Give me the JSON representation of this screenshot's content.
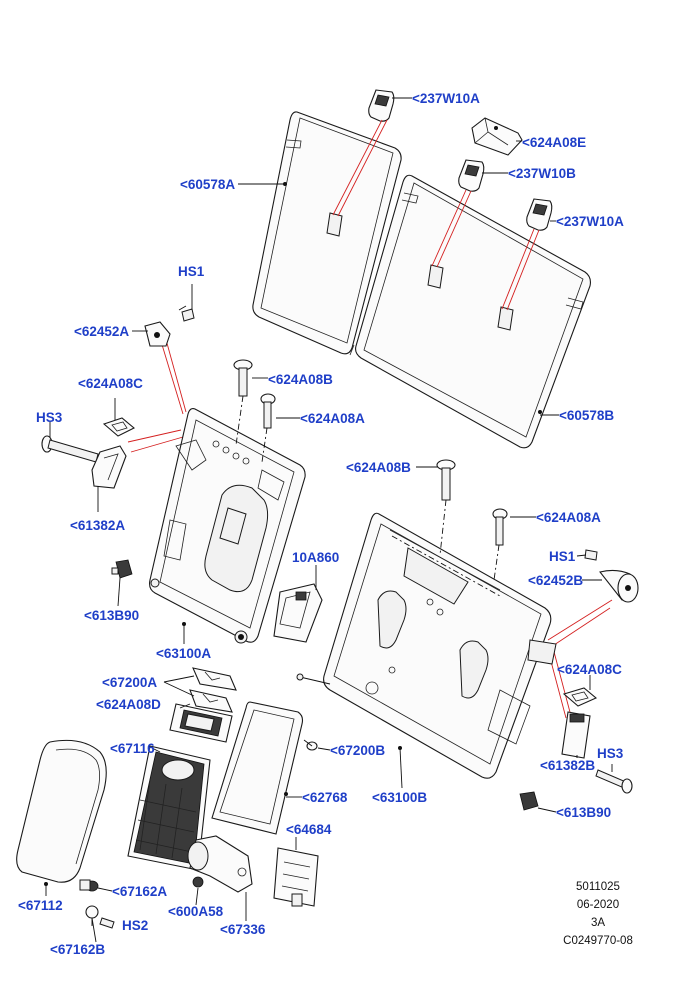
{
  "labels": {
    "l237w10a_top": "<237W10A",
    "l624a08e": "<624A08E",
    "l60578a": "<60578A",
    "l237w10b": "<237W10B",
    "l237w10a_right": "<237W10A",
    "hs1_left": "HS1",
    "l62452a": "<62452A",
    "l624a08b_left": "<624A08B",
    "l624a08c_left": "<624A08C",
    "l624a08a_left": "<624A08A",
    "l60578b": "<60578B",
    "hs3_left": "HS3",
    "l624a08b_right": "<624A08B",
    "l61382a": "<61382A",
    "l624a08a_right": "<624A08A",
    "l10a860": "10A860",
    "hs1_right": "HS1",
    "l613b90_left": "<613B90",
    "l62452b": "<62452B",
    "l63100a": "<63100A",
    "l624a08c_right": "<624A08C",
    "l67200a": "<67200A",
    "l624a08d": "<624A08D",
    "hs3_right": "HS3",
    "l67116": "<67116",
    "l67200b": "<67200B",
    "l61382b": "<61382B",
    "l62768": "<62768",
    "l63100b": "<63100B",
    "l613b90_right": "<613B90",
    "l64684": "<64684",
    "l67162a": "<67162A",
    "l67112": "<67112",
    "l600a58": "<600A58",
    "l67336": "<67336",
    "hs2": "HS2",
    "l67162b": "<67162B"
  },
  "meta": {
    "line1": "5011025",
    "line2": "06-2020",
    "line3": "3A",
    "line4": "C0249770-08"
  },
  "colors": {
    "label": "#1f3fc8",
    "callout_red": "#d42020",
    "line": "#111111"
  }
}
